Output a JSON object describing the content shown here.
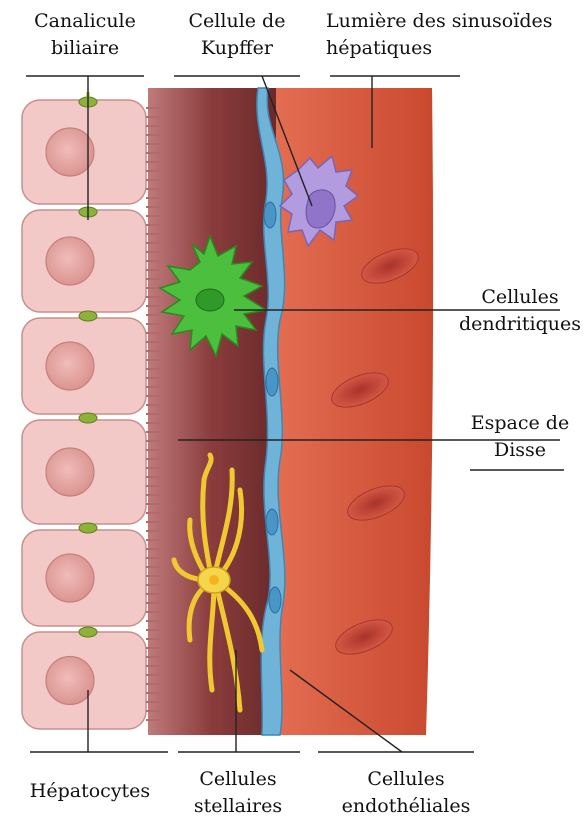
{
  "labels": {
    "canalicule": {
      "line1": "Canalicule",
      "line2": "biliaire"
    },
    "kupffer": {
      "line1": "Cellule de",
      "line2": "Kupffer"
    },
    "lumiere": {
      "line1": "Lumière des sinusoïdes",
      "line2": "hépatiques"
    },
    "dendritiques": {
      "line1": "Cellules",
      "line2": "dendritiques"
    },
    "disse": {
      "line1": "Espace de",
      "line2": "Disse"
    },
    "hepatocytes": {
      "line1": "Hépatocytes"
    },
    "stellaires": {
      "line1": "Cellules",
      "line2": "stellaires"
    },
    "endotheliales": {
      "line1": "Cellules",
      "line2": "endothéliales"
    }
  },
  "colors": {
    "hepatocyte_fill": "#f2c9c6",
    "hepatocyte_nucleus": "#e3a7a4",
    "canalicule": "#8cb23a",
    "disse_space": "#7a3434",
    "sinusoid_lumen": "#e0674a",
    "endothelium": "#6fb3d9",
    "kupffer": "#b39be0",
    "dendritic": "#3fae34",
    "stellate": "#f5d64a",
    "red_blood_cell": "#c94d3d"
  }
}
